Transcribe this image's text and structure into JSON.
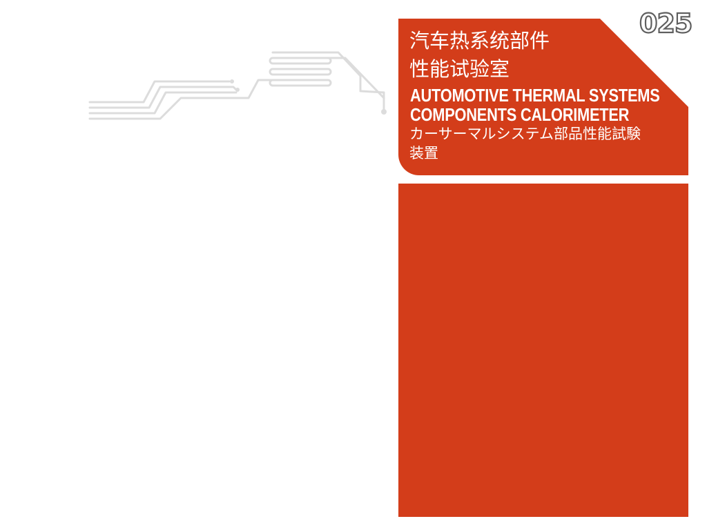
{
  "page": {
    "number": "025"
  },
  "title": {
    "cn_line1": "汽车热系统部件",
    "cn_line2": "性能试验室",
    "en_line1": "AUTOMOTIVE THERMAL SYSTEMS",
    "en_line2": "COMPONENTS CALORIMETER",
    "jp_line1": "カーサーマルシステム部品性能試験",
    "jp_line2": "装置"
  },
  "colors": {
    "accent": "#d33d1a",
    "circuit": "#dcdcdc",
    "page_number_outline": "#5f5f5f",
    "background": "#ffffff"
  },
  "decor": {
    "graphic": "circuit-lines-graphic"
  }
}
